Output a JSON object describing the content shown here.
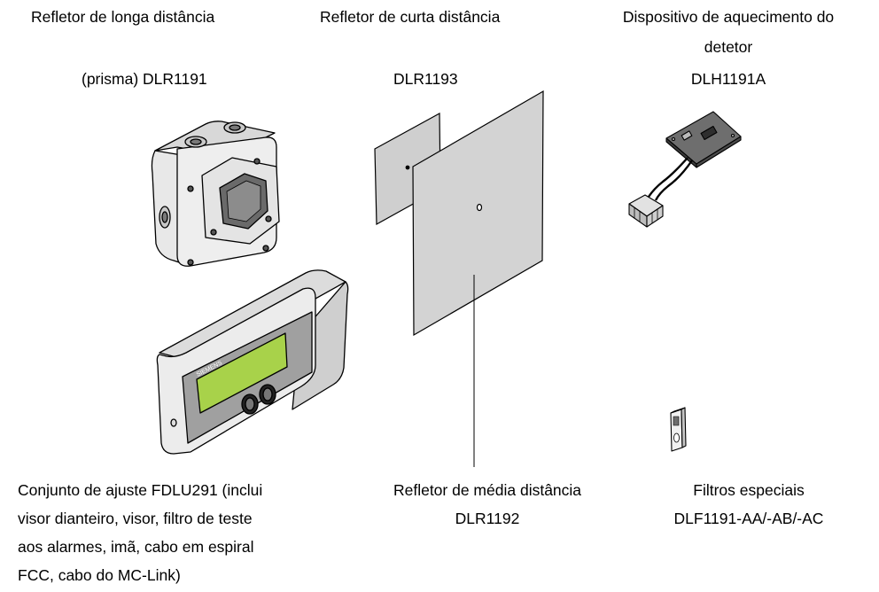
{
  "labels": {
    "long_range_title": "Refletor de longa distância",
    "long_range_code": "(prisma) DLR1191",
    "short_range_title": "Refletor de curta distância",
    "short_range_code": "DLR1193",
    "heater_title_line1": "Dispositivo de aquecimento do",
    "heater_title_line2": "detetor",
    "heater_code": "DLH1191A",
    "kit_line1": "Conjunto de ajuste FDLU291 (inclui",
    "kit_line2": "visor dianteiro, visor, filtro de teste",
    "kit_line3": "aos alarmes, imã, cabo em espiral",
    "kit_line4": "FCC, cabo do MC-Link)",
    "medium_title": "Refletor de média distância",
    "medium_code": "DLR1192",
    "filters_title": "Filtros especiais",
    "filters_code": "DLF1191-AA/-AB/-AC",
    "device_brand": "SIEMENS"
  },
  "colors": {
    "housing": "#e6e6e6",
    "housing_shade": "#c8c8c8",
    "panel": "#9a9a9a",
    "display": "#a8d24a",
    "reflector": "#d0d0d0"
  }
}
